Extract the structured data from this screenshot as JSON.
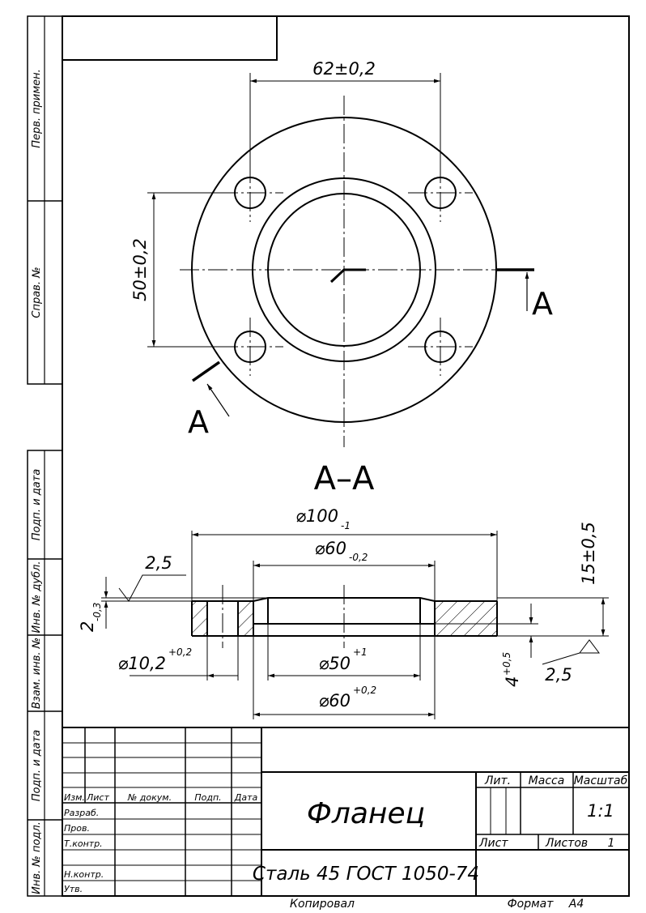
{
  "side_labels": [
    "Перв. примен.",
    "Справ. №",
    "Подп. и дата",
    "Инв. № дубл.",
    "Взам. инв. №",
    "Подп. и дата",
    "Инв. № подл."
  ],
  "top_view": {
    "dim_width": "62±0,2",
    "dim_height": "50±0,2",
    "cut_mark_right": "А",
    "cut_mark_left": "А"
  },
  "section": {
    "title": "А–А",
    "dim_outer_base": "⌀100",
    "dim_outer_tol": "-1",
    "dim_step_base": "⌀60",
    "dim_step_tol": "-0,2",
    "dim_hole_base": "⌀10,2",
    "dim_hole_tol": "+0,2",
    "dim_bore_base": "⌀50",
    "dim_bore_tol": "+1",
    "dim_bottom_base": "⌀60",
    "dim_bottom_tol": "+0,2",
    "dim_thickness": "15±0,5",
    "dim_step_height_base": "2",
    "dim_step_height_tol": "-0,3",
    "dim_recess_base": "4",
    "dim_recess_tol": "+0,5",
    "roughness_left": "2,5",
    "roughness_right": "2,5"
  },
  "title_block": {
    "col_headers": [
      "Изм.",
      "Лист",
      "№ докум.",
      "Подп.",
      "Дата"
    ],
    "row_labels": [
      "Разраб.",
      "Пров.",
      "Т.контр.",
      "Н.контр.",
      "Утв."
    ],
    "part_name": "Фланец",
    "material": "Сталь 45  ГОСТ 1050-74",
    "lit_label": "Лит.",
    "mass_label": "Масса",
    "scale_label": "Масштаб",
    "scale_value": "1:1",
    "sheet_label": "Лист",
    "sheets_label": "Листов",
    "sheets_value": "1"
  },
  "footer": {
    "copied": "Копировал",
    "format_label": "Формат",
    "format_value": "А4"
  }
}
